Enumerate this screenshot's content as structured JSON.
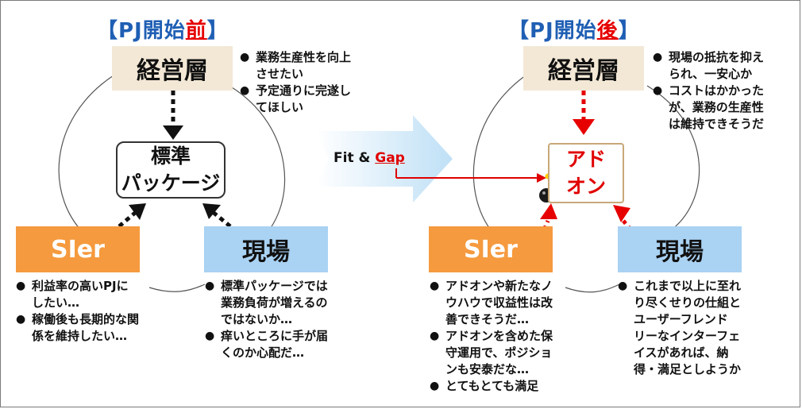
{
  "before": {
    "title_prefix": "【PJ開始",
    "title_accent": "前",
    "title_suffix": "】",
    "management": "経営層",
    "package_line1": "標準",
    "package_line2": "パッケージ",
    "sler": "SIer",
    "genba": "現場",
    "management_notes": [
      "業務生産性を向上",
      "させたい",
      "予定通りに完遂し",
      "てほしい"
    ],
    "sler_notes": [
      "利益率の高いPJに",
      "したい…",
      "稼働後も長期的な関",
      "係を維持したい…"
    ],
    "genba_notes": [
      "標準パッケージでは",
      "業務負荷が増えるの",
      "ではないか…",
      "痒いところに手が届",
      "くのか心配だ…"
    ]
  },
  "transition": {
    "fit": "Fit & ",
    "gap": "Gap"
  },
  "after": {
    "title_prefix": "【PJ開始",
    "title_accent": "後",
    "title_suffix": "】",
    "management": "経営層",
    "addon_line1": "アド",
    "addon_line2": "オン",
    "sler": "SIer",
    "genba": "現場",
    "management_notes": [
      "現場の抵抗を抑え",
      "られ、一安心か",
      "コストはかかった",
      "が、業務の生産性",
      "は維持できそうだ"
    ],
    "sler_notes": [
      "アドオンや新たなノ",
      "ウハウで収益性は改",
      "善できそうだ…",
      "アドオンを含めた保",
      "守運用で、ポジショ",
      "ンも安泰だな…",
      "とてもとても満足"
    ],
    "genba_notes": [
      "これまで以上に至れ",
      "り尽くせりの仕組と",
      "ユーザーフレンド",
      "リーなインターフェ",
      "イスがあれば、納",
      "得・満足としようか"
    ]
  },
  "colors": {
    "title_blue": "#1f5fb4",
    "accent_red": "#e60000",
    "sler_orange": "#f59a3e",
    "genba_blue": "#a9d2f3",
    "management_beige": "#f3e8d6"
  }
}
